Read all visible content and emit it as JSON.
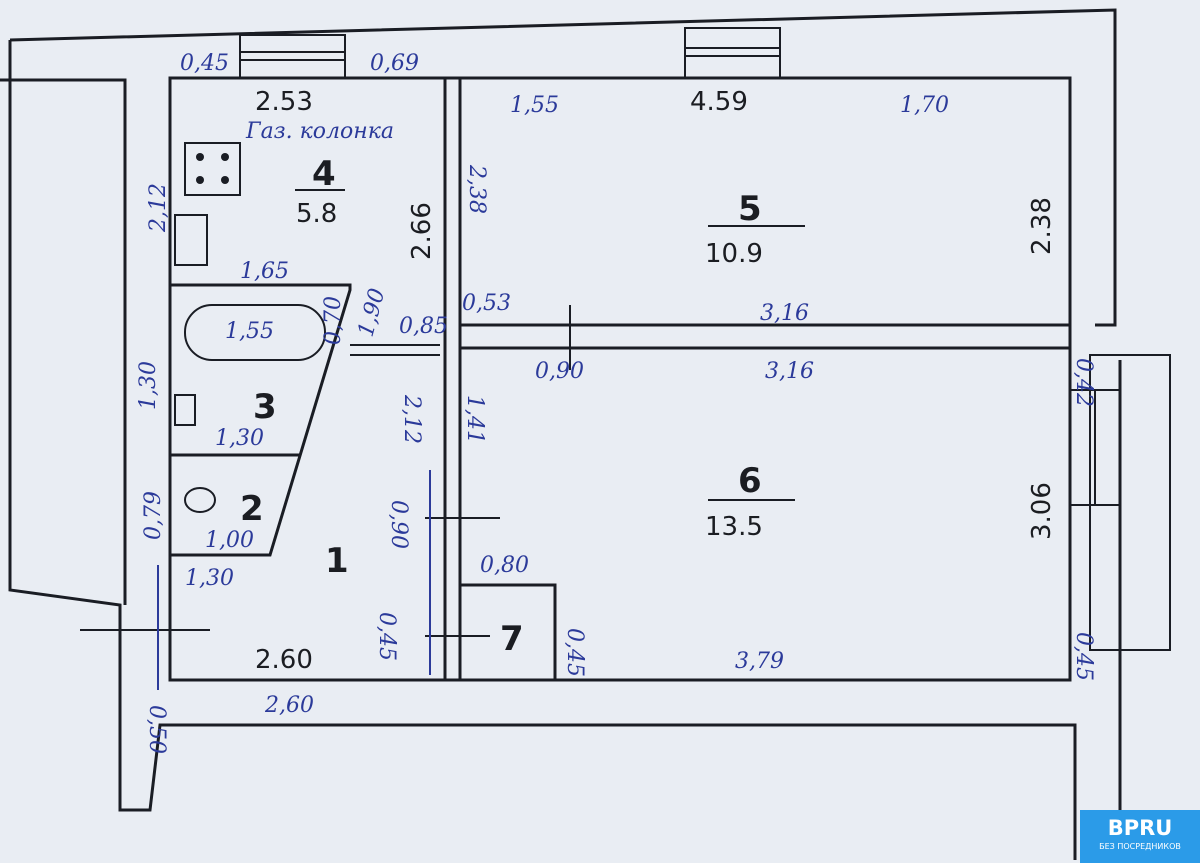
{
  "rooms": [
    {
      "number": "1",
      "area": ""
    },
    {
      "number": "2",
      "area": ""
    },
    {
      "number": "3",
      "area": ""
    },
    {
      "number": "4",
      "area": "5.8"
    },
    {
      "number": "5",
      "area": "10.9"
    },
    {
      "number": "6",
      "area": "13.5"
    },
    {
      "number": "7",
      "area": ""
    }
  ],
  "printed_dims": {
    "kitchen_w": "2.53",
    "kitchen_h": "2.66",
    "room5_w": "4.59",
    "room5_h": "2.38",
    "room6_h": "3.06",
    "hall_w": "2.60"
  },
  "handwritten": {
    "a": "0,45",
    "b": "0,69",
    "c": "1,55",
    "d": "1,70",
    "e": "2,12",
    "f": "2,38",
    "g": "1,65",
    "h": "1,55",
    "i": "0,70",
    "j": "1,90",
    "k": "0,85",
    "l": "0,53",
    "m": "3,16",
    "n": "0,90",
    "o": "3,16",
    "p": "1,30",
    "q": "2,12",
    "r": "1,41",
    "s": "1,30",
    "t": "0,79",
    "u": "1,00",
    "v": "1,30",
    "w": "0,90",
    "x": "0,80",
    "y": "0,45",
    "z": "0,45",
    "aa": "3,79",
    "ab": "0,45",
    "ac": "0,42",
    "ad": "2,60",
    "ae": "0,50",
    "gas": "Газ. колонка"
  },
  "logo": {
    "brand": "BPRU",
    "tagline": "БЕЗ ПОСРЕДНИКОВ",
    "color": "#2b9be8"
  }
}
